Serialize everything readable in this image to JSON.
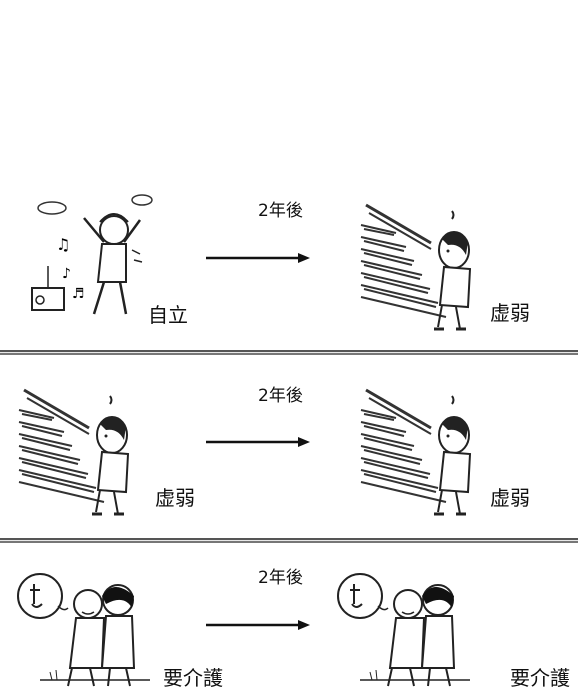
{
  "rows": [
    {
      "before": {
        "state": "自立",
        "icon": "dancing-elderly-woman-icon"
      },
      "period": "2年後",
      "after": {
        "state": "虚弱",
        "icon": "woman-climbing-stairs-icon"
      }
    },
    {
      "before": {
        "state": "虚弱",
        "icon": "woman-climbing-stairs-icon"
      },
      "period": "2年後",
      "after": {
        "state": "虚弱",
        "icon": "woman-climbing-stairs-icon"
      }
    },
    {
      "before": {
        "state": "要介護",
        "icon": "caregiver-supporting-elder-icon"
      },
      "period": "2年後",
      "after": {
        "state": "要介護",
        "icon": "caregiver-supporting-elder-icon"
      }
    }
  ]
}
